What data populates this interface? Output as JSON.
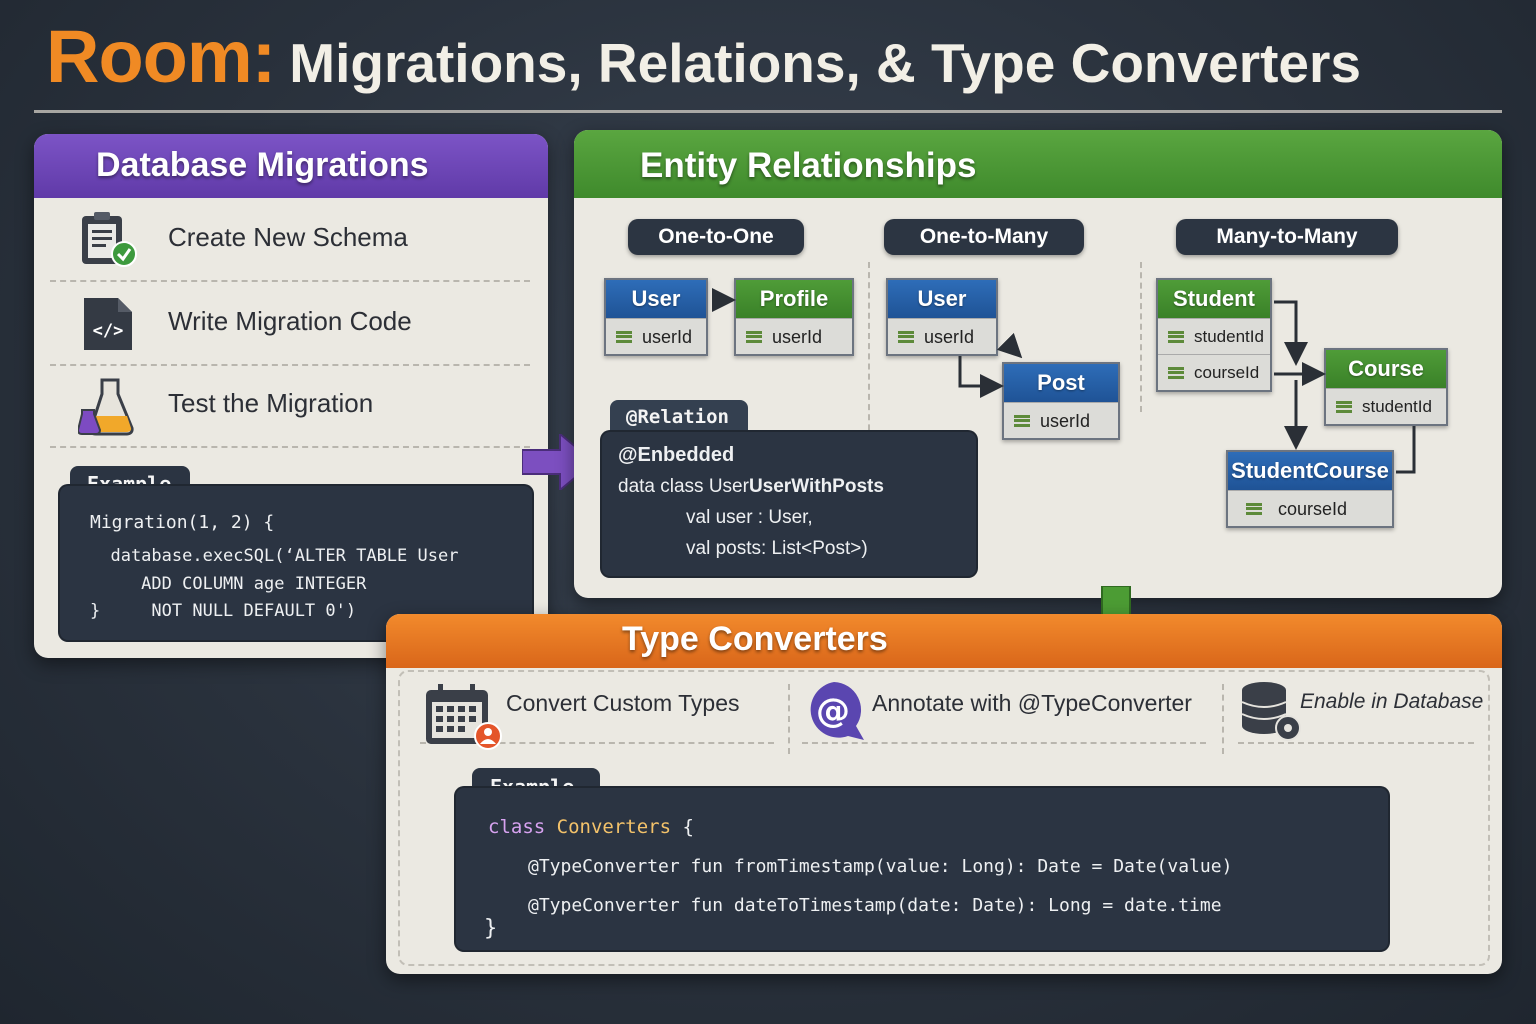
{
  "title": {
    "room": "Room:",
    "rest": "Migrations, Relations, & Type Converters"
  },
  "colors": {
    "accent": "#f08a24",
    "migrations": "#6c45b4",
    "relations": "#4a9734",
    "converters": "#e7761f",
    "entity_blue": "#2763a8",
    "code_bg": "#2b3442"
  },
  "migrations": {
    "header": "Database Migrations",
    "steps": [
      {
        "label": "Create New Schema",
        "icon": "schema-check-icon"
      },
      {
        "label": "Write Migration Code",
        "icon": "code-icon"
      },
      {
        "label": "Test the Migration",
        "icon": "flask-icon"
      }
    ],
    "example_tab": "Example",
    "code": [
      "Migration(1, 2) {",
      "  database.execSQL(‘ALTER TABLE User",
      "     ADD COLUMN age INTEGER",
      "}     NOT NULL DEFAULT 0')"
    ]
  },
  "relations": {
    "header": "Entity Relationships",
    "one_to_one": {
      "label": "One-to-One",
      "a": {
        "name": "User",
        "field": "userId"
      },
      "b": {
        "name": "Profile",
        "field": "userId"
      }
    },
    "one_to_many": {
      "label": "One-to-Many",
      "a": {
        "name": "User",
        "field": "userId"
      },
      "b": {
        "name": "Post",
        "field": "userId"
      }
    },
    "many_to_many": {
      "label": "Many-to-Many",
      "student": {
        "name": "Student",
        "fields": [
          "studentId",
          "courseId"
        ]
      },
      "course": {
        "name": "Course",
        "field": "studentId"
      },
      "join": {
        "name": "StudentCourse",
        "field": "courseId"
      }
    },
    "relation_tab": "@Relation",
    "code": {
      "annotation": "@Enbedded",
      "line1_prefix": "data class User",
      "line1_bold": "UserWithPosts",
      "line2": "val user : User,",
      "line3": "val posts: List<Post>)"
    }
  },
  "converters": {
    "header": "Type Converters",
    "steps": [
      {
        "label": "Convert Custom Types",
        "icon": "calendar-icon"
      },
      {
        "label": "Annotate with @TypeConverter",
        "icon": "at-icon"
      },
      {
        "label": "Enable in Database",
        "icon": "database-gear-icon"
      }
    ],
    "example_tab": "Example",
    "code": {
      "kw_class": "class",
      "class_name": "Converters",
      "open": "{",
      "line1": "@TypeConverter fun fromTimestamp(value: Long): Date = Date(value)",
      "line2": "@TypeConverter fun dateToTimestamp(date: Date): Long = date.time",
      "close": "}"
    }
  }
}
